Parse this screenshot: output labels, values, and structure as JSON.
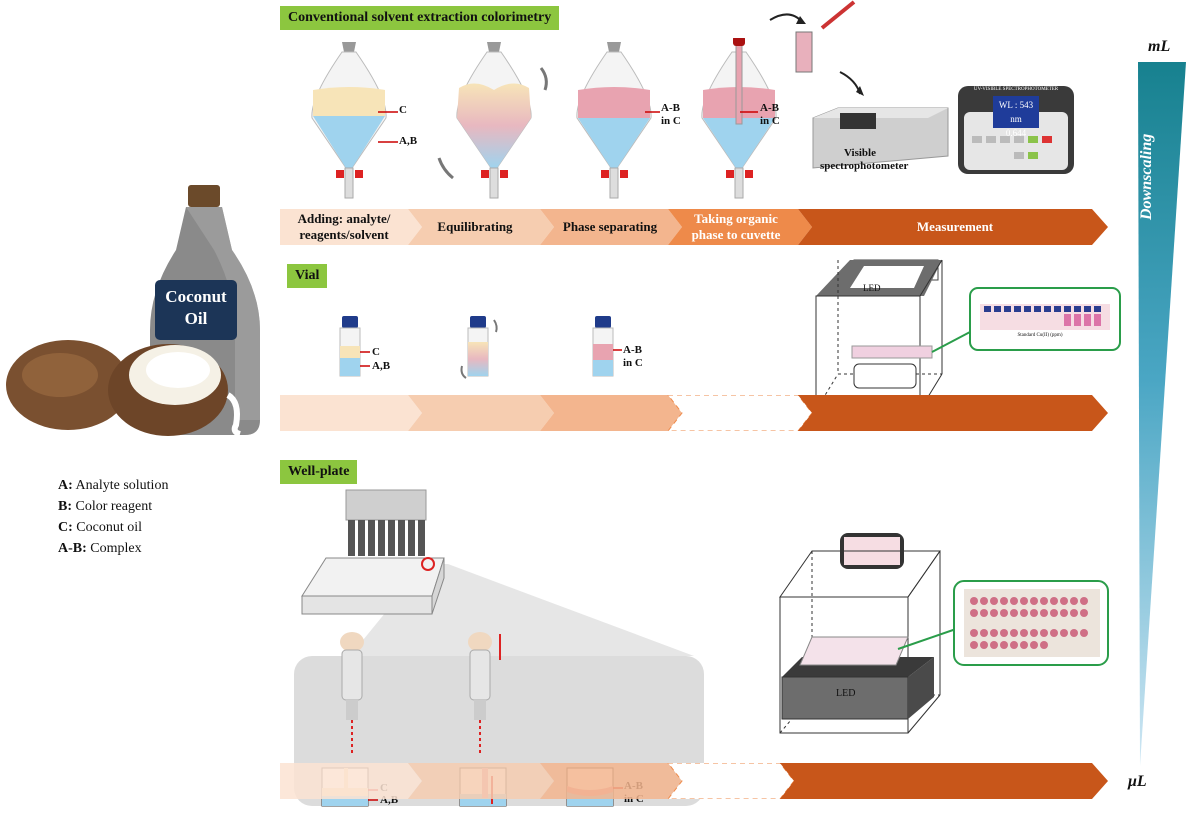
{
  "sections": {
    "conventional": "Conventional solvent extraction colorimetry",
    "vial": "Vial",
    "wellplate": "Well-plate"
  },
  "steps": {
    "adding": [
      "Adding: analyte/",
      "reagents/solvent"
    ],
    "equilibrating": "Equilibrating",
    "phase_separating": "Phase separating",
    "taking": [
      "Taking organic",
      "phase to cuvette"
    ],
    "measurement": "Measurement"
  },
  "labels": {
    "c": "C",
    "ab": "A,B",
    "complex": "A-B",
    "in_c": "in C",
    "led": "LED",
    "visible": "Visible",
    "spectrophotometer": "spectrophotometer",
    "wl_readout": "WL : 543 nm",
    "abs_readout": "0.644",
    "spectro_header": "UV-VISIBLE SPECTROPHOTOMETER",
    "bottle_line1": "Coconut",
    "bottle_line2": "Oil",
    "std_caption": "Standard Cu(II) (ppm)"
  },
  "legend": [
    {
      "key": "A:",
      "text": "Analyte solution"
    },
    {
      "key": "B:",
      "text": "Color reagent"
    },
    {
      "key": "C:",
      "text": "Coconut oil"
    },
    {
      "key": "A-B:",
      "text": "Complex"
    }
  ],
  "scale": {
    "top": "mL",
    "bottom": "μL",
    "label": "Downscaling"
  },
  "colors": {
    "green_tag": "#8cc63f",
    "arrow_light": "#fbe3d2",
    "arrow_mid": "#f3b58e",
    "arrow_orange": "#ee8a4a",
    "arrow_dark": "#c8561a",
    "organic": "#f7e4b8",
    "aqueous": "#9fd3ee",
    "complex": "#e8a3b0",
    "cap_blue": "#1f3b8a",
    "bottle_label": "#1c3557",
    "scale_teal": "#1d8a99"
  }
}
